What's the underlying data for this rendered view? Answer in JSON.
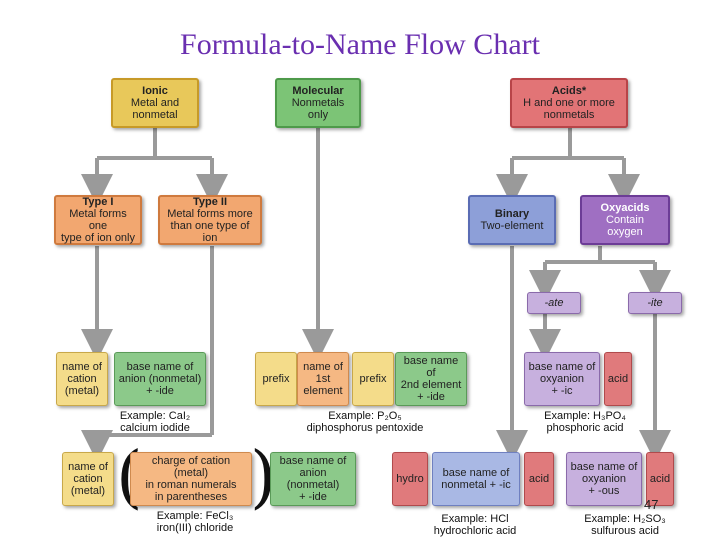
{
  "title": "Formula-to-Name Flow Chart",
  "page_number": "47",
  "top": {
    "ionic": {
      "head": "Ionic",
      "line1": "Metal and",
      "line2": "nonmetal"
    },
    "molecular": {
      "head": "Molecular",
      "line1": "Nonmetals",
      "line2": "only"
    },
    "acids": {
      "head": "Acids*",
      "line1": "H and one or more",
      "line2": "nonmetals"
    }
  },
  "ionic_types": {
    "type1": {
      "head": "Type I",
      "line1": "Metal forms one",
      "line2": "type of ion only"
    },
    "type2": {
      "head": "Type II",
      "line1": "Metal forms more",
      "line2": "than one type of ion"
    }
  },
  "acid_types": {
    "binary": {
      "head": "Binary",
      "line1": "Two-element"
    },
    "oxyacids": {
      "head": "Oxyacids",
      "line1": "Contain",
      "line2": "oxygen"
    }
  },
  "suffix_tags": {
    "ate": "-ate",
    "ite": "-ite"
  },
  "row1": {
    "cation": {
      "line1": "name of",
      "line2": "cation",
      "line3": "(metal)"
    },
    "anion": {
      "line1": "base name of",
      "line2": "anion (nonmetal)",
      "line3": "+ -ide"
    },
    "prefix1": "prefix",
    "first_element": {
      "line1": "name of",
      "line2": "1st",
      "line3": "element"
    },
    "prefix2": "prefix",
    "second_element": {
      "line1": "base name of",
      "line2": "2nd element",
      "line3": "+ -ide"
    },
    "oxyanion_ic": {
      "line1": "base name of",
      "line2": "oxyanion",
      "line3": "+ -ic"
    },
    "acid": "acid"
  },
  "row1_examples": {
    "ionic": {
      "line1": "Example: CaI₂",
      "line2": "calcium iodide"
    },
    "molecular": {
      "line1": "Example: P₂O₅",
      "line2": "diphosphorus pentoxide"
    },
    "oxy_ate": {
      "line1": "Example: H₃PO₄",
      "line2": "phosphoric acid"
    }
  },
  "row2": {
    "cation": {
      "line1": "name of",
      "line2": "cation",
      "line3": "(metal)"
    },
    "charge": {
      "line1": "charge of cation (metal)",
      "line2": "in roman numerals",
      "line3": "in parentheses"
    },
    "anion": {
      "line1": "base name of",
      "line2": "anion (nonmetal)",
      "line3": "+ -ide"
    },
    "hydro": "hydro",
    "binary_base": {
      "line1": "base name of",
      "line2": "nonmetal + -ic"
    },
    "acid1": "acid",
    "oxyanion_ous": {
      "line1": "base name of",
      "line2": "oxyanion",
      "line3": "+ -ous"
    },
    "acid2": "acid"
  },
  "row2_examples": {
    "type2": {
      "line1": "Example: FeCl₃",
      "line2": "iron(III) chloride"
    },
    "binary": {
      "line1": "Example: HCl",
      "line2": "hydrochloric acid"
    },
    "oxy_ite": {
      "line1": "Example: H₂SO₃",
      "line2": "sulfurous acid"
    }
  }
}
